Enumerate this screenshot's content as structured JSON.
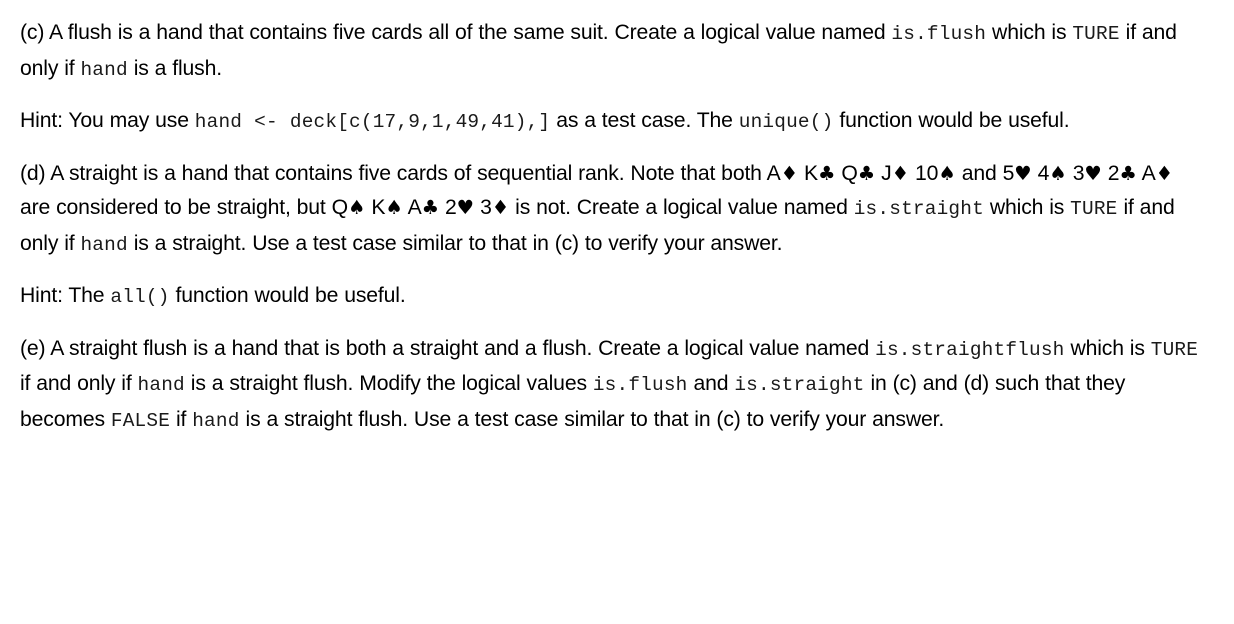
{
  "document": {
    "type": "exercise-text",
    "background_color": "#ffffff",
    "text_color": "#000000"
  },
  "items": [
    {
      "id": "part-c",
      "label": "(c)",
      "segments": [
        {
          "kind": "text",
          "value": "(c) A flush is a hand that contains five cards all of the same suit. Create a logical value named "
        },
        {
          "kind": "code",
          "value": "is.flush"
        },
        {
          "kind": "text",
          "value": " which is "
        },
        {
          "kind": "code",
          "value": "TURE"
        },
        {
          "kind": "text",
          "value": " if and only if "
        },
        {
          "kind": "code",
          "value": "hand"
        },
        {
          "kind": "text",
          "value": " is a flush."
        }
      ]
    },
    {
      "id": "hint-c",
      "label": "Hint",
      "segments": [
        {
          "kind": "text",
          "value": "Hint: You may use "
        },
        {
          "kind": "code",
          "value": "hand <- deck[c(17,9,1,49,41),]"
        },
        {
          "kind": "text",
          "value": " as a test case. The "
        },
        {
          "kind": "code",
          "value": "unique()"
        },
        {
          "kind": "text",
          "value": " function would be useful."
        }
      ]
    },
    {
      "id": "part-d",
      "label": "(d)",
      "segments": [
        {
          "kind": "text",
          "value": "(d) A straight is a hand that contains five cards of sequential rank. Note that both "
        },
        {
          "kind": "card",
          "value": "A♦ K♣ Q♣ J♦ 10♠"
        },
        {
          "kind": "text",
          "value": " and "
        },
        {
          "kind": "card",
          "value": "5♥ 4♠ 3♥ 2♣ A♦"
        },
        {
          "kind": "text",
          "value": " are considered to be straight, but "
        },
        {
          "kind": "card",
          "value": "Q♠ K♠ A♣ 2♥ 3♦"
        },
        {
          "kind": "text",
          "value": " is not. Create a logical value named "
        },
        {
          "kind": "code",
          "value": "is.straight"
        },
        {
          "kind": "text",
          "value": " which is "
        },
        {
          "kind": "code",
          "value": "TURE"
        },
        {
          "kind": "text",
          "value": " if and only if "
        },
        {
          "kind": "code",
          "value": "hand"
        },
        {
          "kind": "text",
          "value": " is a straight. Use a test case similar to that in (c) to verify your answer."
        }
      ]
    },
    {
      "id": "hint-d",
      "label": "Hint",
      "segments": [
        {
          "kind": "text",
          "value": "Hint: The "
        },
        {
          "kind": "code",
          "value": "all()"
        },
        {
          "kind": "text",
          "value": " function would be useful."
        }
      ]
    },
    {
      "id": "part-e",
      "label": "(e)",
      "segments": [
        {
          "kind": "text",
          "value": "(e) A straight flush is a hand that is both a straight and a flush. Create a logical value named "
        },
        {
          "kind": "code",
          "value": "is.straightflush"
        },
        {
          "kind": "text",
          "value": " which is "
        },
        {
          "kind": "code",
          "value": "TURE"
        },
        {
          "kind": "text",
          "value": " if and only if "
        },
        {
          "kind": "code",
          "value": "hand"
        },
        {
          "kind": "text",
          "value": " is a straight flush. Modify the logical values "
        },
        {
          "kind": "code",
          "value": "is.flush"
        },
        {
          "kind": "text",
          "value": " and "
        },
        {
          "kind": "code",
          "value": "is.straight"
        },
        {
          "kind": "text",
          "value": " in (c) and (d) such that they becomes "
        },
        {
          "kind": "code",
          "value": "FALSE"
        },
        {
          "kind": "text",
          "value": " if "
        },
        {
          "kind": "code",
          "value": "hand"
        },
        {
          "kind": "text",
          "value": " is a straight flush. Use a test case similar to that in (c) to verify your answer."
        }
      ]
    }
  ]
}
